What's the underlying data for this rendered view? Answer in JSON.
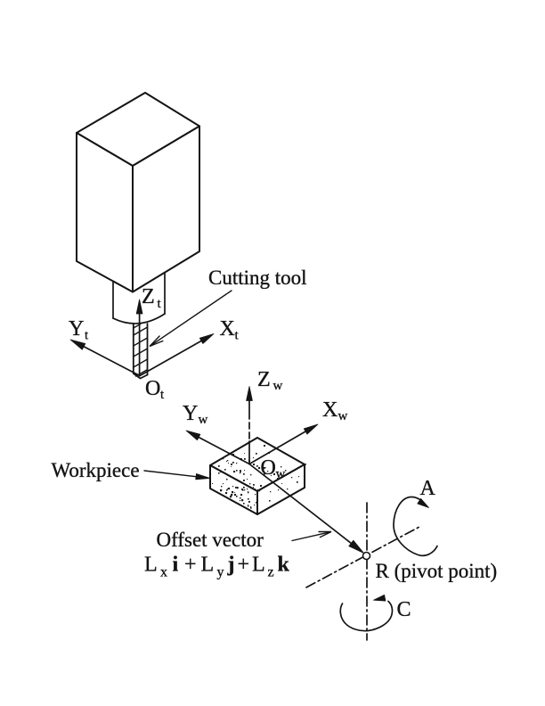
{
  "figure": {
    "colors": {
      "ink": "#141414",
      "background": "#ffffff"
    },
    "labels": {
      "cutting_tool": "Cutting tool",
      "workpiece": "Workpiece",
      "offset_vector": "Offset vector",
      "pivot": "R (pivot point)",
      "axis_a": "A",
      "axis_c": "C"
    },
    "tool_frame": {
      "z": {
        "base": "Z",
        "sub": "t"
      },
      "y": {
        "base": "Y",
        "sub": "t"
      },
      "x": {
        "base": "X",
        "sub": "t"
      },
      "origin": {
        "base": "O",
        "sub": "t"
      }
    },
    "work_frame": {
      "z": {
        "base": "Z",
        "sub": "w"
      },
      "y": {
        "base": "Y",
        "sub": "w"
      },
      "x": {
        "base": "X",
        "sub": "w"
      },
      "origin": {
        "base": "O",
        "sub": "w"
      }
    },
    "formula": {
      "term1": {
        "coef": "L",
        "sub": "x",
        "unit": "i"
      },
      "op1": "+",
      "term2": {
        "coef": "L",
        "sub": "y",
        "unit": "j"
      },
      "op2": "+",
      "term3": {
        "coef": "L",
        "sub": "z",
        "unit": "k"
      }
    }
  }
}
